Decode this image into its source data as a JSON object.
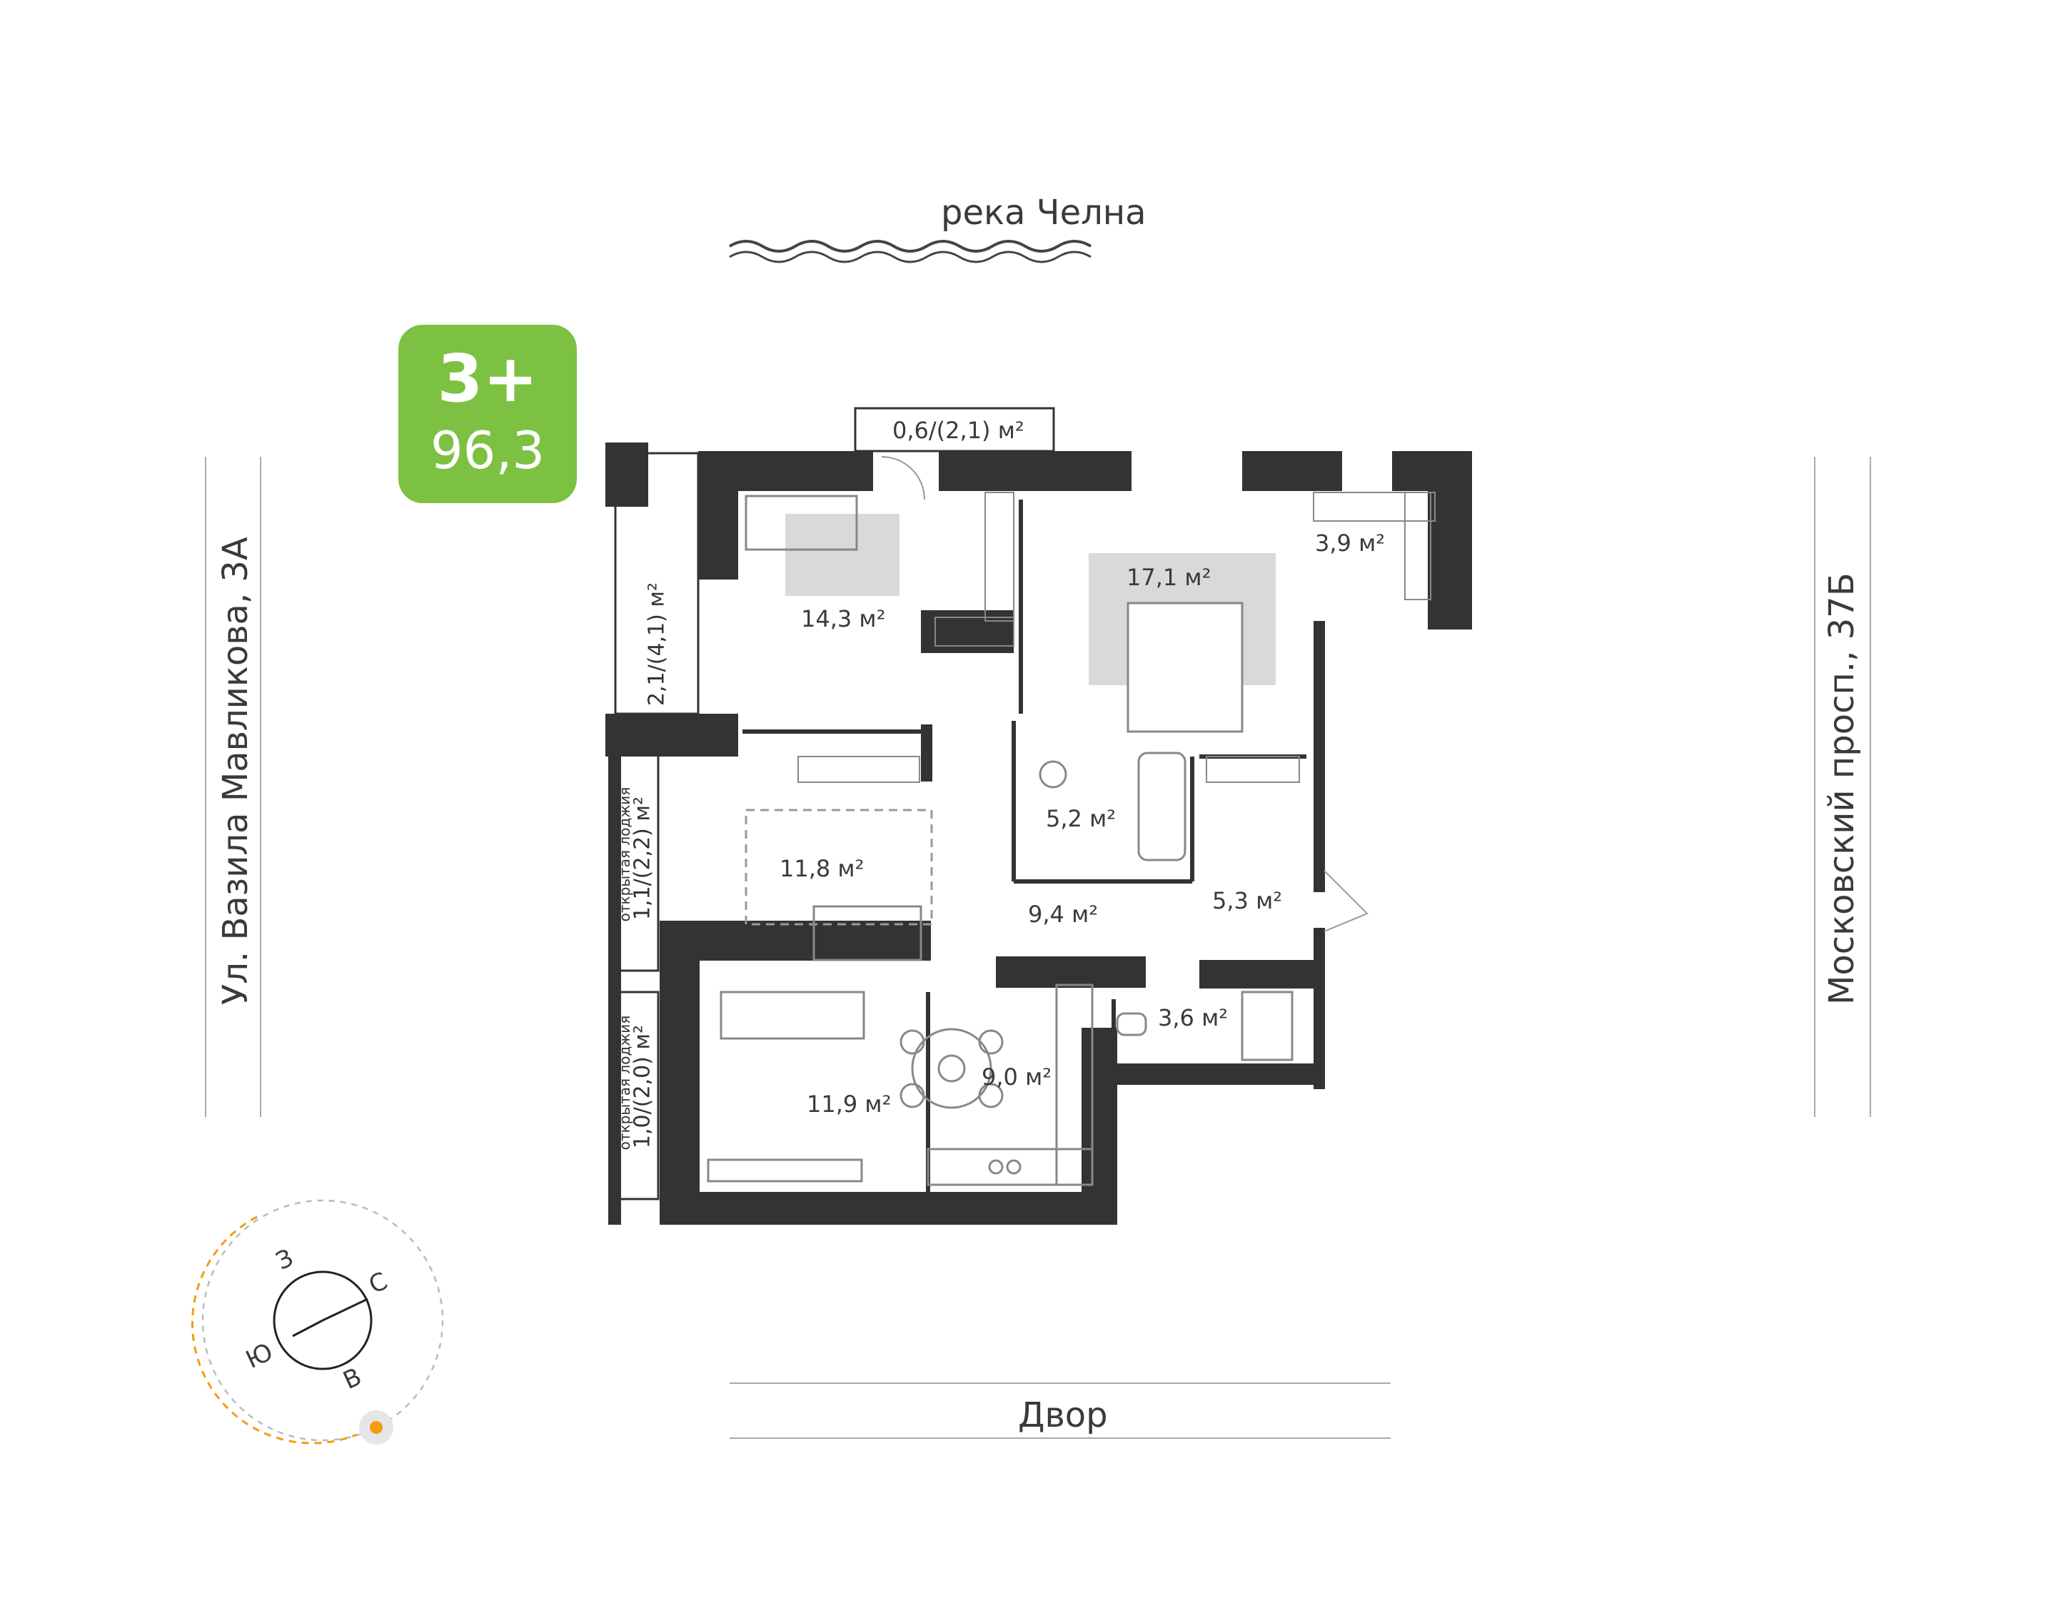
{
  "badge": {
    "rooms": "3+",
    "area": "96,3",
    "color": "#7cc142"
  },
  "streets": {
    "top": "река Челна",
    "bottom": "Двор",
    "left": "Ул. Вазила Мавликова, 3А",
    "right": "Московский просп., 37Б"
  },
  "rooms": {
    "balcony_top": "0,6/(2,1) м²",
    "bedroom_1": "14,3 м²",
    "bedroom_master": "17,1 м²",
    "wardrobe": "3,9 м²",
    "loggia_top": "2,1/(4,1) м²",
    "bathroom": "5,2 м²",
    "bedroom_2": "11,8 м²",
    "hallway": "9,4 м²",
    "storage": "5,3 м²",
    "toilet": "3,6 м²",
    "living": "11,9 м²",
    "kitchen": "9,0 м²",
    "loggia_mid": "1,1/(2,2) м²",
    "loggia_mid_caption": "открытая лоджия",
    "loggia_bottom": "1,0/(2,0) м²",
    "loggia_bottom_caption": "открытая лоджия"
  },
  "compass": {
    "north": "С",
    "east": "В",
    "south": "Ю",
    "west": "З",
    "sun_color": "#f39c12"
  },
  "colors": {
    "wall": "#333333",
    "furniture": "#888888",
    "rug": "#d9d9d9",
    "text": "#555555"
  }
}
